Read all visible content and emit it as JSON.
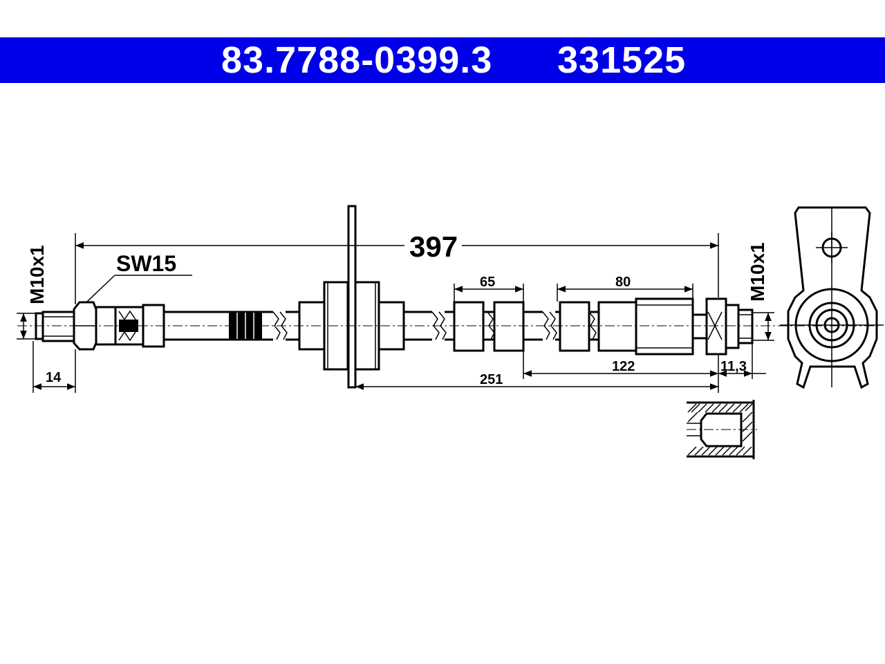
{
  "header": {
    "part_number": "83.7788-0399.3",
    "reference_number": "331525",
    "background_color": "#0000e8",
    "text_color": "#ffffff"
  },
  "drawing": {
    "total_length": "397",
    "wrench_size": "SW15",
    "thread_left": "M10x1",
    "thread_right": "M10x1",
    "dim_thread_length": "14",
    "dim_section_a": "65",
    "dim_section_b": "80",
    "dim_bracket_to_end": "251",
    "dim_middle_to_end": "122",
    "dim_end_fitting": "11,3"
  }
}
